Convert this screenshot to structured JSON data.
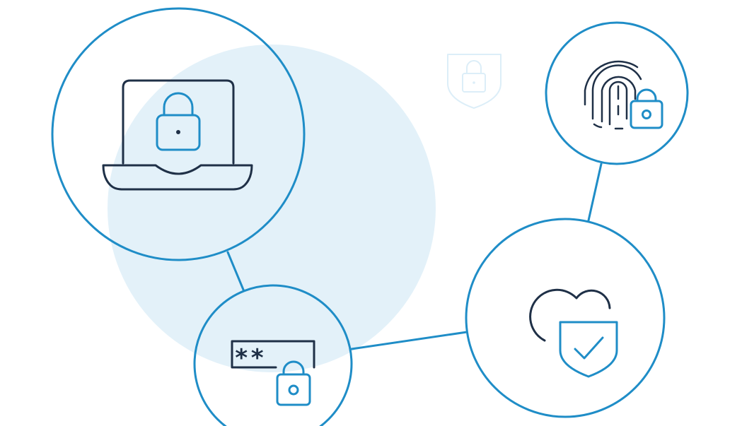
{
  "colors": {
    "background": "#ffffff",
    "blob": "#e3f1f9",
    "ring": "#1f8dc7",
    "accent": "#1f8dc7",
    "dark": "#1f3047",
    "watermark": "#dceef8"
  },
  "nodes": [
    {
      "id": "laptop",
      "icon": "laptop-lock-icon"
    },
    {
      "id": "password",
      "icon": "password-lock-icon",
      "text": "**"
    },
    {
      "id": "fingerprint",
      "icon": "fingerprint-lock-icon"
    },
    {
      "id": "cloud",
      "icon": "cloud-shield-icon"
    }
  ],
  "decor": {
    "watermark_icon": "shield-lock-icon"
  },
  "password_mask": "**"
}
